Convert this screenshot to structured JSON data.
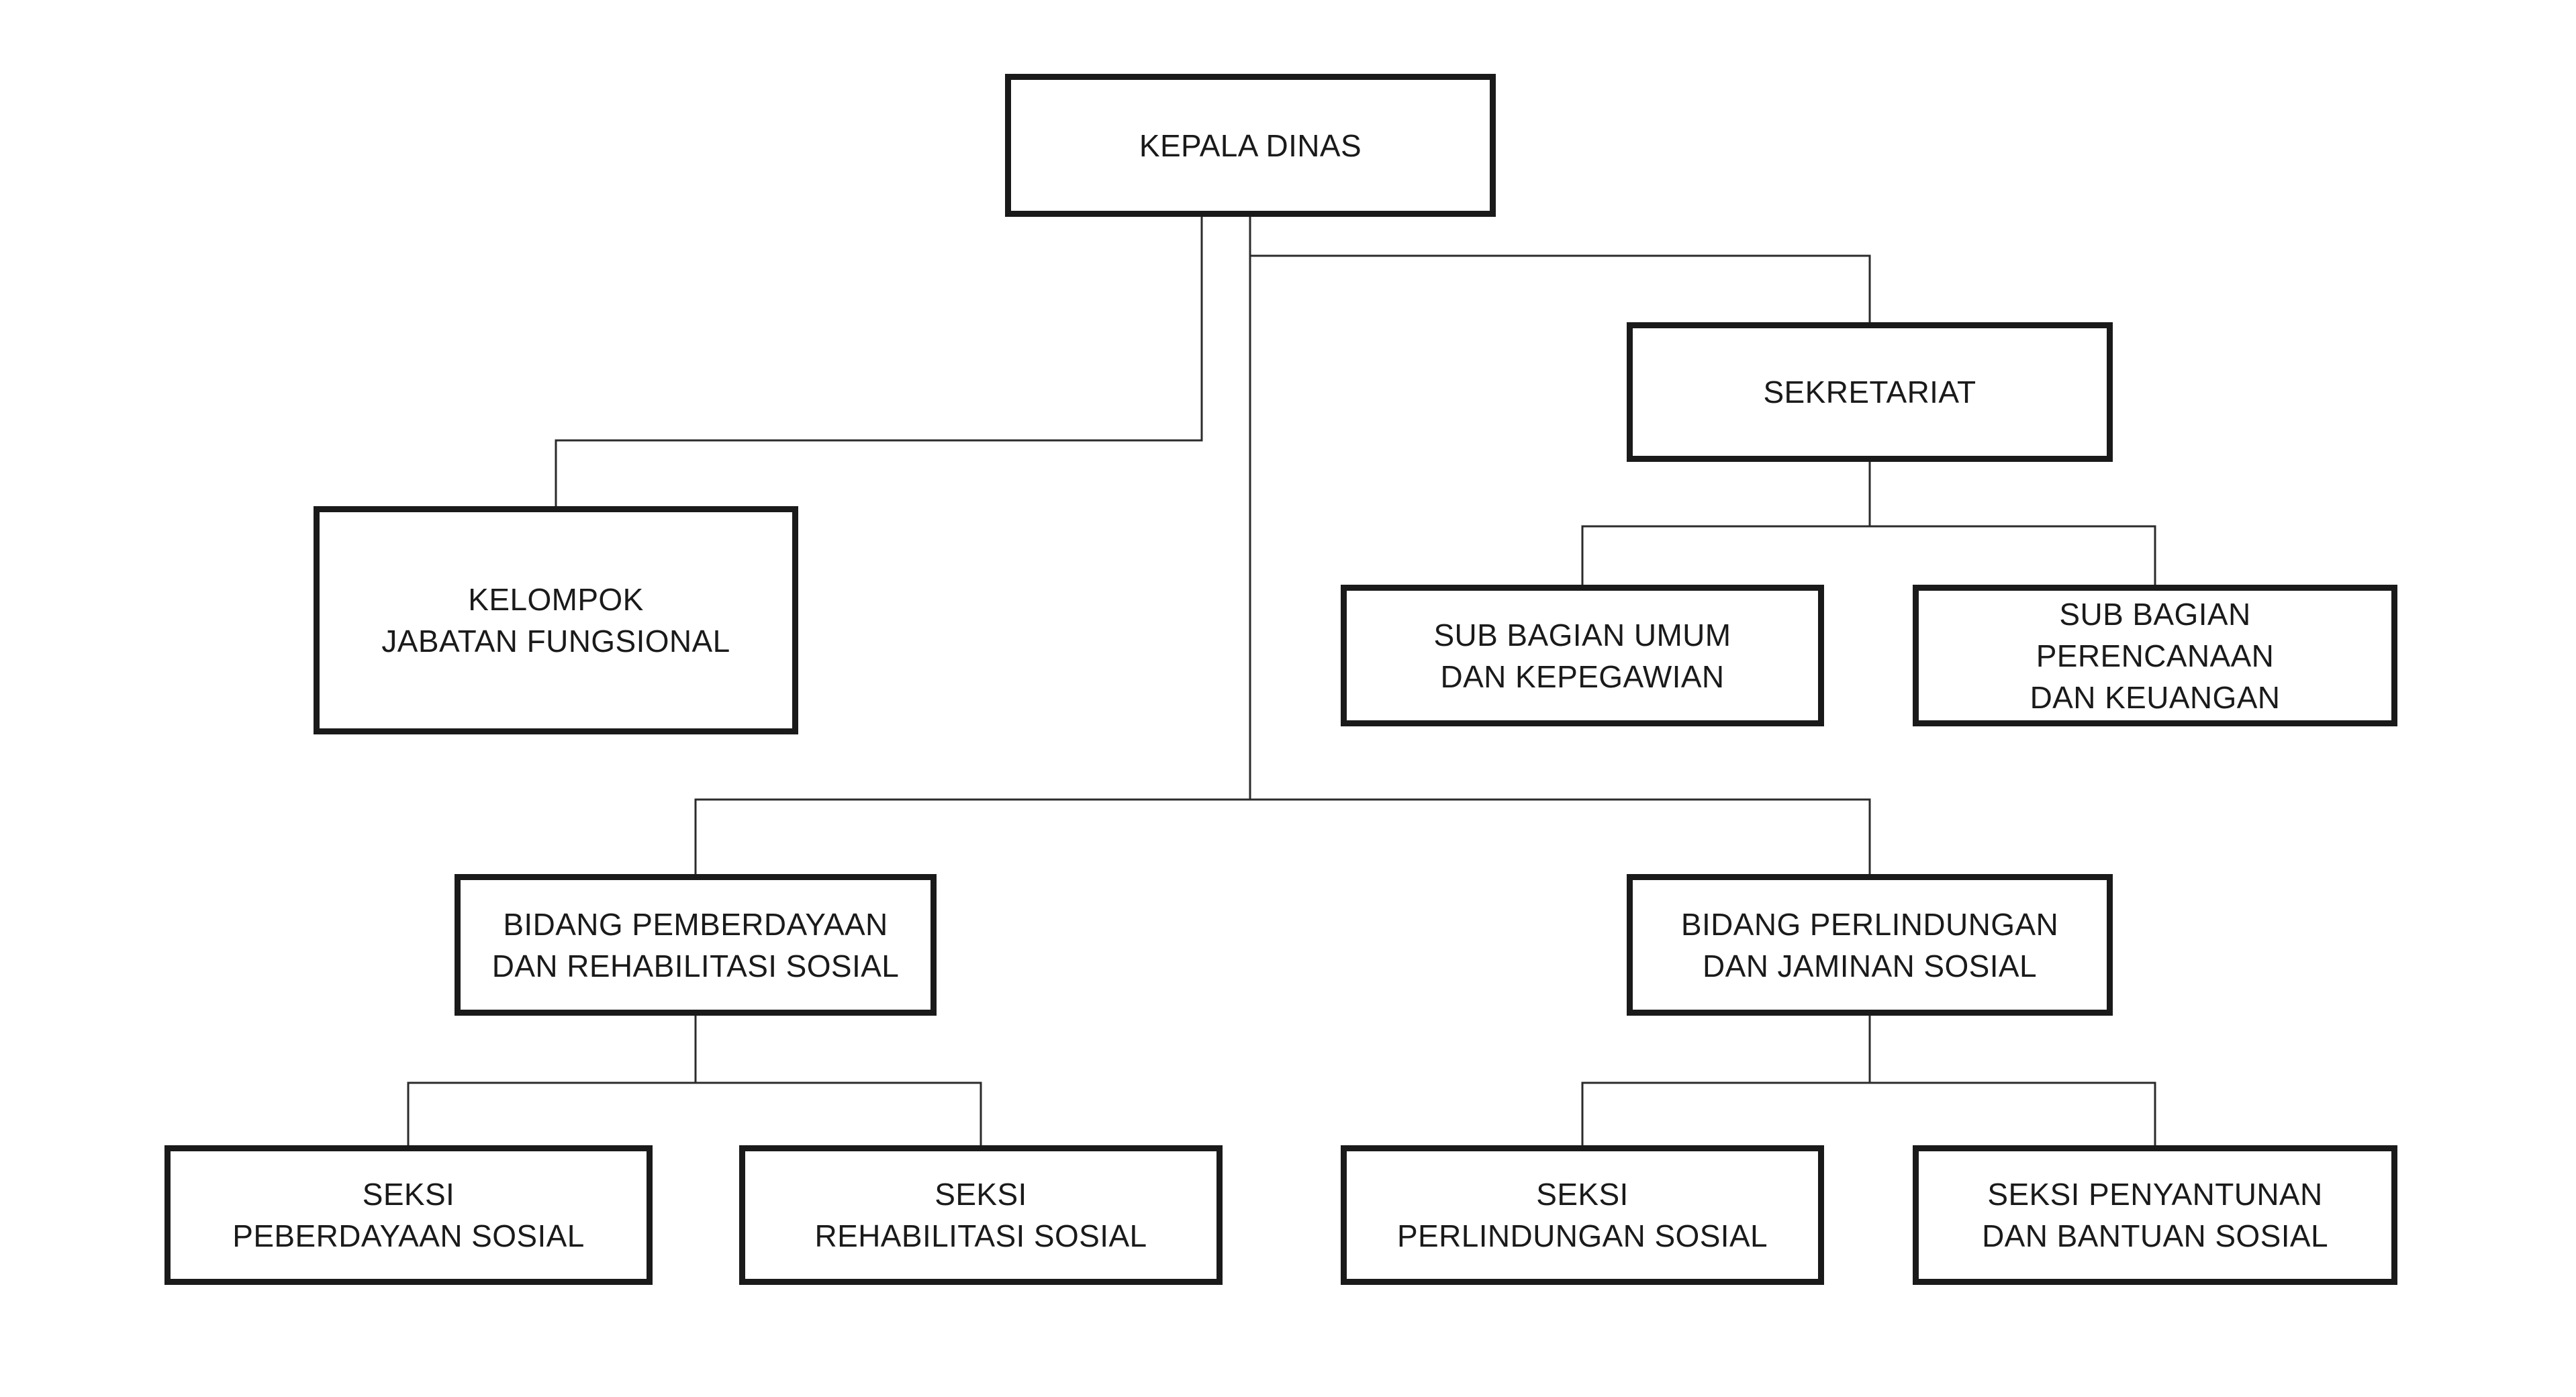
{
  "colors": {
    "background": "#ffffff",
    "box-border": "#1a1a1a",
    "line": "#2b2b2b",
    "text": "#1a1a1a"
  },
  "org_chart": {
    "type": "org_chart",
    "nodes": {
      "kepala_dinas": {
        "label": "KEPALA DINAS",
        "lines": [
          "KEPALA DINAS"
        ]
      },
      "sekretariat": {
        "label": "SEKRETARIAT",
        "lines": [
          "SEKRETARIAT"
        ]
      },
      "kelompok_jabatan_fungsional": {
        "label": "KELOMPOK JABATAN FUNGSIONAL",
        "lines": [
          "KELOMPOK",
          "JABATAN FUNGSIONAL"
        ]
      },
      "sub_bagian_umum": {
        "label": "SUB BAGIAN UMUM DAN KEPEGAWIAN",
        "lines": [
          "SUB BAGIAN UMUM",
          "DAN KEPEGAWIAN"
        ]
      },
      "sub_bagian_perencanaan": {
        "label": "SUB BAGIAN PERENCANAAN DAN KEUANGAN",
        "lines": [
          "SUB BAGIAN",
          "PERENCANAAN",
          "DAN KEUANGAN"
        ]
      },
      "bidang_pemberdayaan": {
        "label": "BIDANG PEMBERDAYAAN DAN REHABILITASI SOSIAL",
        "lines": [
          "BIDANG PEMBERDAYAAN",
          "DAN REHABILITASI SOSIAL"
        ]
      },
      "bidang_perlindungan": {
        "label": "BIDANG PERLINDUNGAN DAN JAMINAN SOSIAL",
        "lines": [
          "BIDANG PERLINDUNGAN",
          "DAN JAMINAN SOSIAL"
        ]
      },
      "seksi_peberdayaan": {
        "label": "SEKSI PEBERDAYAAN SOSIAL",
        "lines": [
          "SEKSI",
          "PEBERDAYAAN SOSIAL"
        ]
      },
      "seksi_rehabilitasi": {
        "label": "SEKSI REHABILITASI SOSIAL",
        "lines": [
          "SEKSI",
          "REHABILITASI SOSIAL"
        ]
      },
      "seksi_perlindungan": {
        "label": "SEKSI PERLINDUNGAN SOSIAL",
        "lines": [
          "SEKSI",
          "PERLINDUNGAN SOSIAL"
        ]
      },
      "seksi_penyantunan": {
        "label": "SEKSI PENYANTUNAN DAN BANTUAN SOSIAL",
        "lines": [
          "SEKSI PENYANTUNAN",
          "DAN BANTUAN SOSIAL"
        ]
      }
    },
    "hierarchy": [
      {
        "from": "KEPALA DINAS",
        "to": "KELOMPOK JABATAN FUNGSIONAL"
      },
      {
        "from": "KEPALA DINAS",
        "to": "SEKRETARIAT"
      },
      {
        "from": "KEPALA DINAS",
        "to": "BIDANG PEMBERDAYAAN DAN REHABILITASI SOSIAL"
      },
      {
        "from": "KEPALA DINAS",
        "to": "BIDANG PERLINDUNGAN DAN JAMINAN SOSIAL"
      },
      {
        "from": "SEKRETARIAT",
        "to": "SUB BAGIAN UMUM DAN KEPEGAWIAN"
      },
      {
        "from": "SEKRETARIAT",
        "to": "SUB BAGIAN PERENCANAAN DAN KEUANGAN"
      },
      {
        "from": "BIDANG PEMBERDAYAAN DAN REHABILITASI SOSIAL",
        "to": "SEKSI PEBERDAYAAN SOSIAL"
      },
      {
        "from": "BIDANG PEMBERDAYAAN DAN REHABILITASI SOSIAL",
        "to": "SEKSI REHABILITASI SOSIAL"
      },
      {
        "from": "BIDANG PERLINDUNGAN DAN JAMINAN SOSIAL",
        "to": "SEKSI PERLINDUNGAN SOSIAL"
      },
      {
        "from": "BIDANG PERLINDUNGAN DAN JAMINAN SOSIAL",
        "to": "SEKSI PENYANTUNAN DAN BANTUAN SOSIAL"
      }
    ]
  }
}
